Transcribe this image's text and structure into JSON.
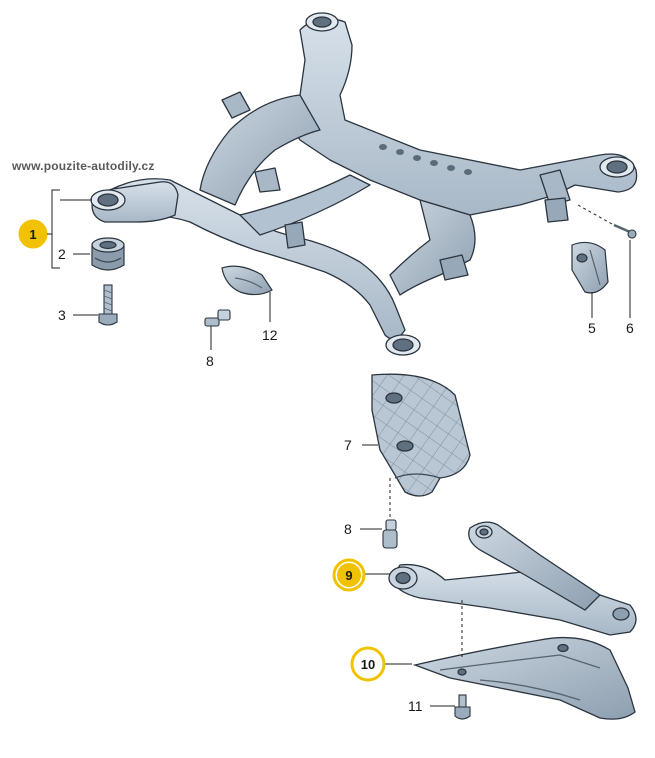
{
  "watermark": "www.pouzite-autodily.cz",
  "colors": {
    "part_fill": "#c3cfda",
    "part_shade": "#97a8b8",
    "part_dark": "#6d7f90",
    "outline": "#2b3540",
    "highlight_badge": "#f2c200",
    "leader_line": "#222222"
  },
  "callouts": [
    {
      "id": "1",
      "label": "1",
      "highlighted": true
    },
    {
      "id": "2",
      "label": "2",
      "highlighted": false
    },
    {
      "id": "3",
      "label": "3",
      "highlighted": false
    },
    {
      "id": "5",
      "label": "5",
      "highlighted": false
    },
    {
      "id": "6",
      "label": "6",
      "highlighted": false
    },
    {
      "id": "7",
      "label": "7",
      "highlighted": false
    },
    {
      "id": "8a",
      "label": "8",
      "highlighted": false
    },
    {
      "id": "8b",
      "label": "8",
      "highlighted": false
    },
    {
      "id": "9",
      "label": "9",
      "highlighted": true
    },
    {
      "id": "10",
      "label": "10",
      "highlighted": true
    },
    {
      "id": "11",
      "label": "11",
      "highlighted": false
    },
    {
      "id": "12",
      "label": "12",
      "highlighted": false
    }
  ],
  "parts": [
    {
      "id": "subframe",
      "icon": "rear-subframe-icon"
    },
    {
      "id": "mount-bushing",
      "icon": "rubber-bushing-icon"
    },
    {
      "id": "bolt-3",
      "icon": "bolt-icon"
    },
    {
      "id": "bracket-5",
      "icon": "bracket-icon"
    },
    {
      "id": "screw-6",
      "icon": "screw-icon"
    },
    {
      "id": "guard-plate-7",
      "icon": "guard-plate-icon"
    },
    {
      "id": "clip-8",
      "icon": "clip-icon"
    },
    {
      "id": "wishbone-9",
      "icon": "wishbone-icon"
    },
    {
      "id": "underbody-cover-10",
      "icon": "underbody-cover-icon"
    },
    {
      "id": "screw-11",
      "icon": "screw-icon"
    },
    {
      "id": "shield-12",
      "icon": "heat-shield-icon"
    }
  ]
}
